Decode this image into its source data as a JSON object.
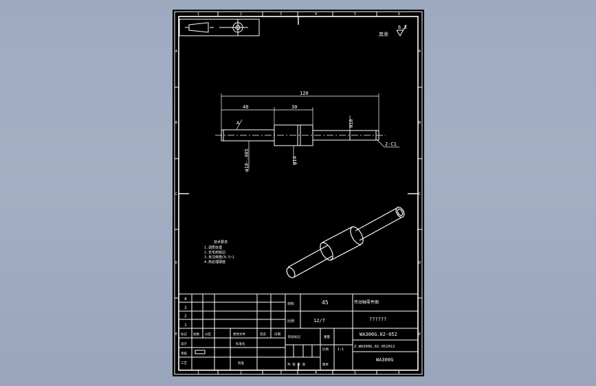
{
  "colors": {
    "viewport_bg": "#9daac0",
    "sheet_bg": "#000000",
    "line": "#ffffff"
  },
  "frame": {
    "zone_numbers_top": [
      "1",
      "2",
      "3",
      "4",
      "5",
      "6"
    ],
    "zone_numbers_bottom": [
      "1",
      "2",
      "3",
      "4",
      "5",
      "6"
    ],
    "zone_letters_left": [
      "A",
      "B",
      "C",
      "D",
      "E"
    ],
    "zone_letters_right": [
      "A",
      "B",
      "C",
      "D",
      "E"
    ]
  },
  "drawing": {
    "roughness_value": "6.3",
    "roughness_prefix": "其余",
    "dimensions": {
      "overall_length": "120",
      "left_length": "40",
      "mid_length": "30",
      "right_tol": "N10",
      "dia_left": "φ10-.005",
      "dia_mid": "φ14",
      "datum": "A",
      "chamfer": "2-C1"
    },
    "notes": {
      "title": "技术要求",
      "lines": [
        "1.调质处理",
        "2.去毛刺锐边",
        "3.未注倒角C0.5~1",
        "4.热处理硬度"
      ]
    }
  },
  "title_block": {
    "rev_rows": [
      "4",
      "3",
      "2",
      "1"
    ],
    "material_label": "材料",
    "material_value": "45",
    "scale_label": "比例",
    "scale_value": "12/7",
    "part_name": "传动轴零件图",
    "company": "??????",
    "drawing_no": "WA300G.02-052",
    "file_no": "Z.WA300G.02.052012",
    "project": "WA300G",
    "header_cells": [
      "标记",
      "处数",
      "分区",
      "更改文件",
      "签名",
      "日期"
    ],
    "stage_label": "阶段标记",
    "weight_label": "重量",
    "ratio_label": "比例",
    "ratio_value": "1:1",
    "sheet_label": "共 张 第 张",
    "version_label": "版本",
    "design_label": "设计",
    "check_label": "审核",
    "process_label": "工艺",
    "standard_label": "标准化",
    "approve_label": "批准"
  }
}
